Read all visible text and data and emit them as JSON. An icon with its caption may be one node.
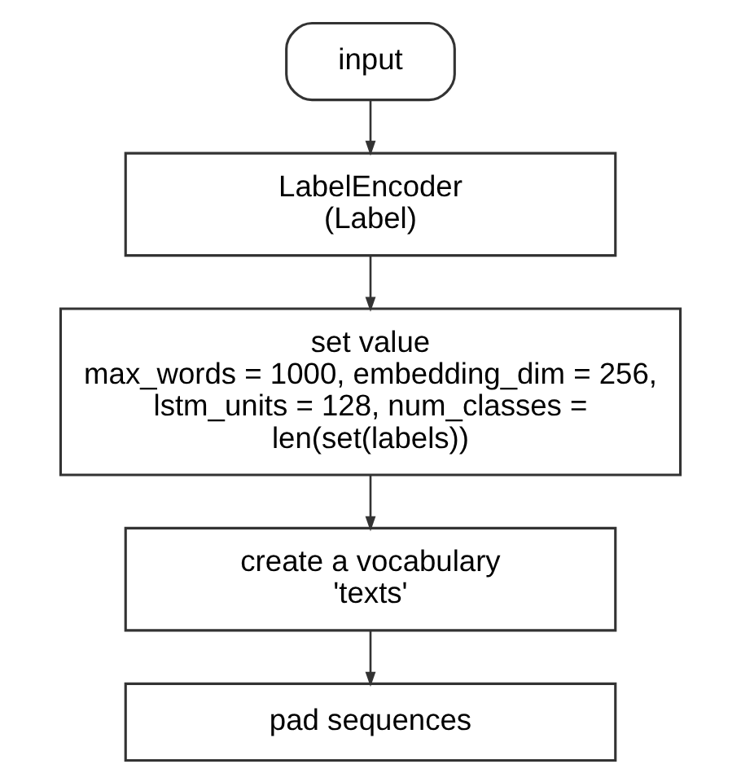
{
  "diagram": {
    "nodes": [
      {
        "text": [
          "input"
        ]
      },
      {
        "text": [
          "LabelEncoder",
          "(Label)"
        ]
      },
      {
        "text": [
          "set value",
          "max_words = 1000, embedding_dim = 256, lstm_units = 128, num_classes = len(set(labels))"
        ]
      },
      {
        "text": [
          "create a vocabulary",
          "'texts'"
        ]
      },
      {
        "text": [
          "pad sequences"
        ]
      }
    ],
    "edges": [
      {
        "from": 0,
        "to": 1,
        "arrow": "to"
      },
      {
        "from": 1,
        "to": 2,
        "arrow": "to"
      },
      {
        "from": 2,
        "to": 3,
        "arrow": "to"
      },
      {
        "from": 3,
        "to": 4,
        "arrow": "to"
      }
    ]
  }
}
